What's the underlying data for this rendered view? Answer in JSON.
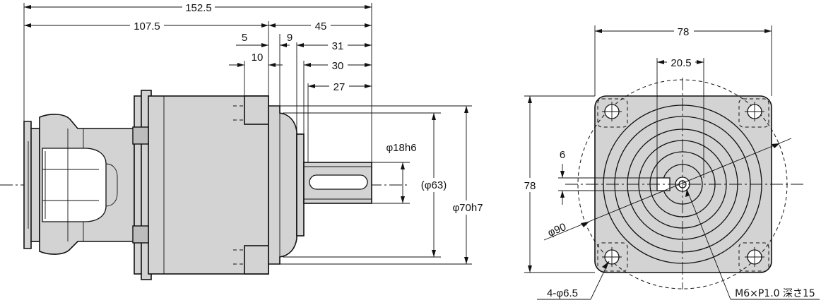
{
  "side_view": {
    "dimensions": {
      "total_length": "152.5",
      "body_length": "107.5",
      "shaft_length": "45",
      "flange_step": "5",
      "collar": "9",
      "shaft_to_face": "31",
      "boss": "10",
      "shaft_usable": "30",
      "key_length": "27",
      "shaft_diameter": "φ18h6",
      "pilot_diameter": "(φ63)",
      "spigot_diameter": "φ70h7"
    }
  },
  "front_view": {
    "dimensions": {
      "flange_width": "78",
      "key_offset": "20.5",
      "flange_height": "78",
      "key_width": "6",
      "bolt_circle": "φ90",
      "mounting_holes": "4-φ6.5",
      "tap_hole": "M6×P1.0 深さ15"
    }
  },
  "colors": {
    "body": "#d3d3d3",
    "line": "#111111",
    "background": "#ffffff"
  }
}
